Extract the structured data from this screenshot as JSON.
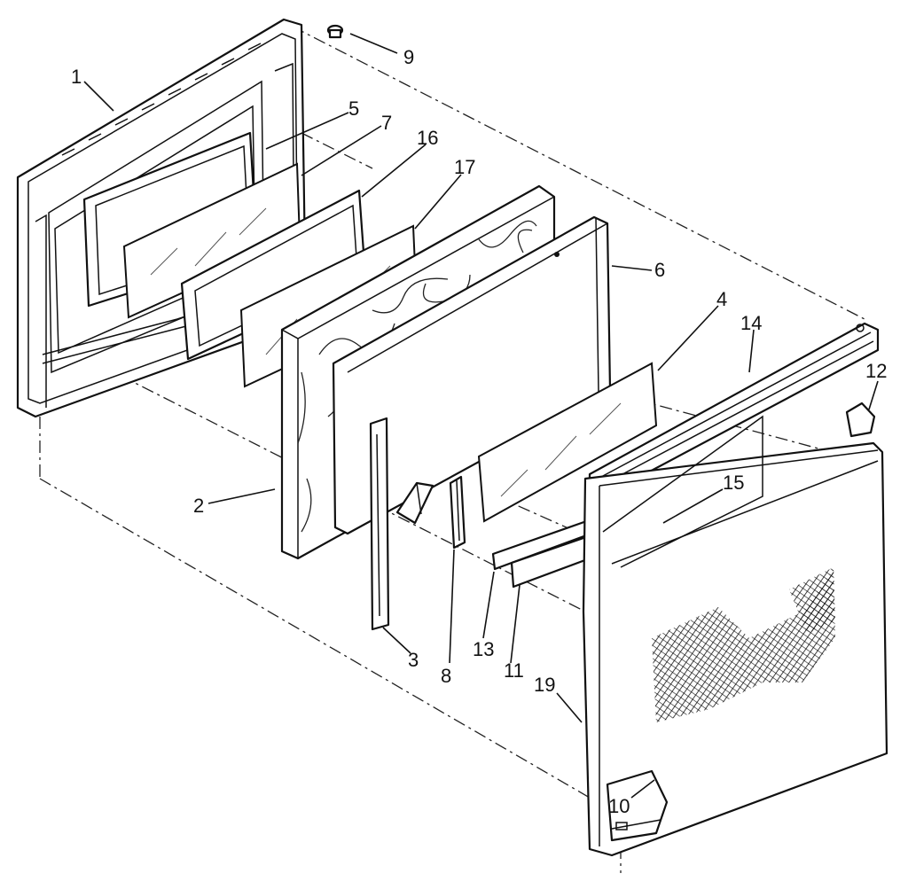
{
  "callouts": [
    {
      "id": "1",
      "label": "1"
    },
    {
      "id": "2",
      "label": "2"
    },
    {
      "id": "3",
      "label": "3"
    },
    {
      "id": "4",
      "label": "4"
    },
    {
      "id": "5",
      "label": "5"
    },
    {
      "id": "6",
      "label": "6"
    },
    {
      "id": "7",
      "label": "7"
    },
    {
      "id": "8",
      "label": "8"
    },
    {
      "id": "9",
      "label": "9"
    },
    {
      "id": "10",
      "label": "10"
    },
    {
      "id": "11",
      "label": "11"
    },
    {
      "id": "12",
      "label": "12"
    },
    {
      "id": "13",
      "label": "13"
    },
    {
      "id": "14",
      "label": "14"
    },
    {
      "id": "15",
      "label": "15"
    },
    {
      "id": "16",
      "label": "16"
    },
    {
      "id": "17",
      "label": "17"
    },
    {
      "id": "19",
      "label": "19"
    }
  ]
}
